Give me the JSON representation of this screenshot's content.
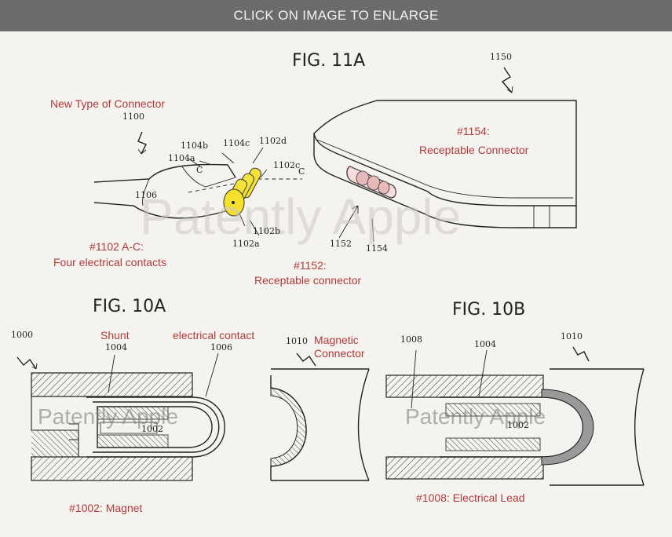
{
  "banner": {
    "text": "CLICK ON IMAGE TO ENLARGE"
  },
  "figures": {
    "fig11a": {
      "title": "FIG. 11A"
    },
    "fig10a": {
      "title": "FIG. 10A"
    },
    "fig10b": {
      "title": "FIG. 10B"
    }
  },
  "refs": {
    "r1150": "1150",
    "r1100": "1100",
    "r1104b": "1104b",
    "r1104c": "1104c",
    "r1102d": "1102d",
    "r1104a": "1104a",
    "r1102c": "1102c",
    "rc1": "C",
    "rc2": "C",
    "r1106": "1106",
    "r1102b": "1102b",
    "r1102a": "1102a",
    "r1152": "1152",
    "r1154": "1154",
    "r1000": "1000",
    "r1004a": "1004",
    "r1006": "1006",
    "r1002a": "1002",
    "r1010a": "1010",
    "r1008": "1008",
    "r1004b": "1004",
    "r1010b": "1010",
    "r1002b": "1002"
  },
  "notes": {
    "new_connector": "New Type of Connector",
    "receptable_1154_a": "#1154:",
    "receptable_1154_b": "Receptable Connector",
    "contacts_a": "#1102 A-C:",
    "contacts_b": "Four electrical contacts",
    "receptable_1152_a": "#1152:",
    "receptable_1152_b": "Receptable connector",
    "shunt": "Shunt",
    "electrical_contact": "electrical contact",
    "magnetic_a": "Magnetic",
    "magnetic_b": "Connector",
    "magnet": "#1002: Magnet",
    "lead": "#1008: Electrical Lead"
  },
  "watermarks": {
    "main": "Patently Apple",
    "left": "Patently Apple",
    "right": "Patently Apple"
  },
  "colors": {
    "banner": "#6b6b6b",
    "note_red": "#b03a3a",
    "contact_yellow": "#f2e23a",
    "pink": "#e8b9bb"
  }
}
